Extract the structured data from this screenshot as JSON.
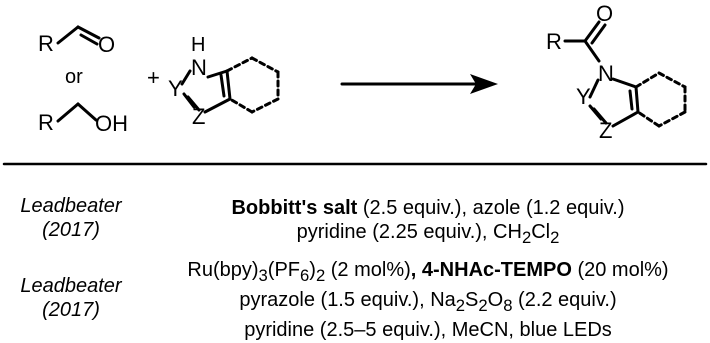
{
  "scheme": {
    "reactant_aldehyde": {
      "r": "R",
      "o": "O"
    },
    "or_label": "or",
    "reactant_alcohol": {
      "r": "R",
      "oh": "OH"
    },
    "plus": "+",
    "azole": {
      "nh": "H",
      "n": "N",
      "y": "Y",
      "z": "Z"
    },
    "product": {
      "r": "R",
      "o": "O",
      "n": "N",
      "y": "Y",
      "z": "Z"
    }
  },
  "entries": [
    {
      "author": "Leadbeater",
      "year": "(2017)",
      "line1": {
        "reagent": "Bobbitt's salt",
        "rest": " (2.5 equiv.), azole (1.2 equiv.)"
      },
      "line2": {
        "text": "pyridine (2.25 equiv.), CH",
        "sub1": "2",
        "mid": "Cl",
        "sub2": "2"
      }
    },
    {
      "author": "Leadbeater",
      "year": "(2017)",
      "line1": {
        "pre": "Ru(bpy)",
        "sub1": "3",
        "mid": "(PF",
        "sub2": "6",
        "mid2": ")",
        "sub3": "2",
        "mid3": " (2 mol%)",
        "reagent": ", 4-NHAc-TEMPO",
        "rest": " (20 mol%)"
      },
      "line2": {
        "text": "pyrazole (1.5 equiv.), Na",
        "sub1": "2",
        "mid": "S",
        "sub2": "2",
        "mid2": "O",
        "sub3": "8",
        "rest": " (2.2 equiv.)"
      },
      "line3": {
        "text": "pyridine (2.5–5 equiv.), MeCN, blue LEDs"
      }
    }
  ]
}
